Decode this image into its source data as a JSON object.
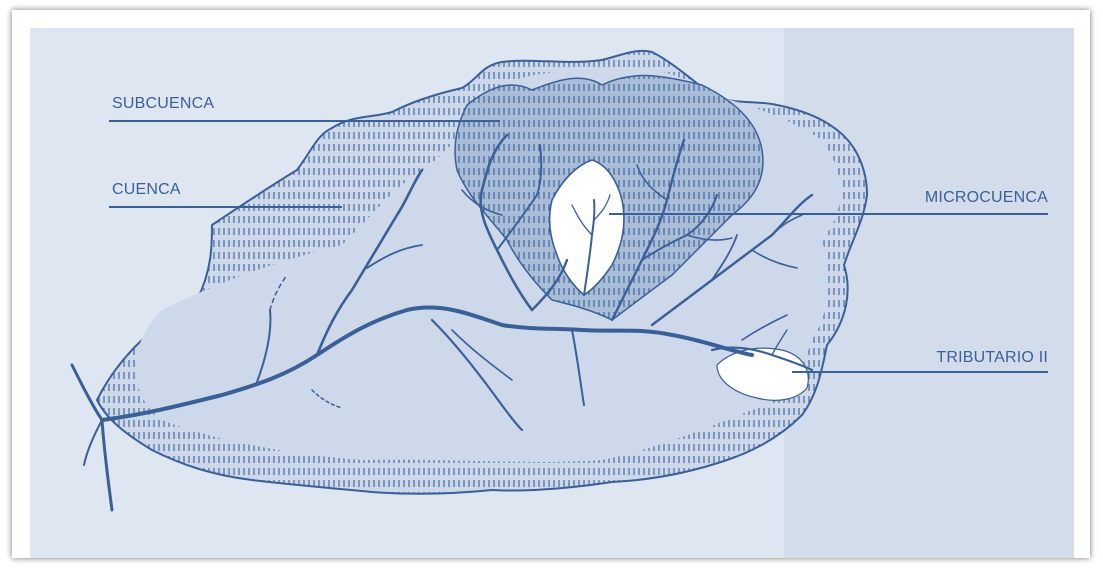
{
  "labels": {
    "subcuenca": "SUBCUENCA",
    "cuenca": "CUENCA",
    "microcuenca": "MICROCUENCA",
    "tributario": "TRIBUTARIO II"
  },
  "colors": {
    "ink": "#3b5f97",
    "basin_fill": "#cdd9ea",
    "subbasin_fill": "#a9bcd8",
    "micro_fill": "#ffffff",
    "background": "#dde6f1"
  },
  "icons": [
    "watershed-illustration"
  ]
}
